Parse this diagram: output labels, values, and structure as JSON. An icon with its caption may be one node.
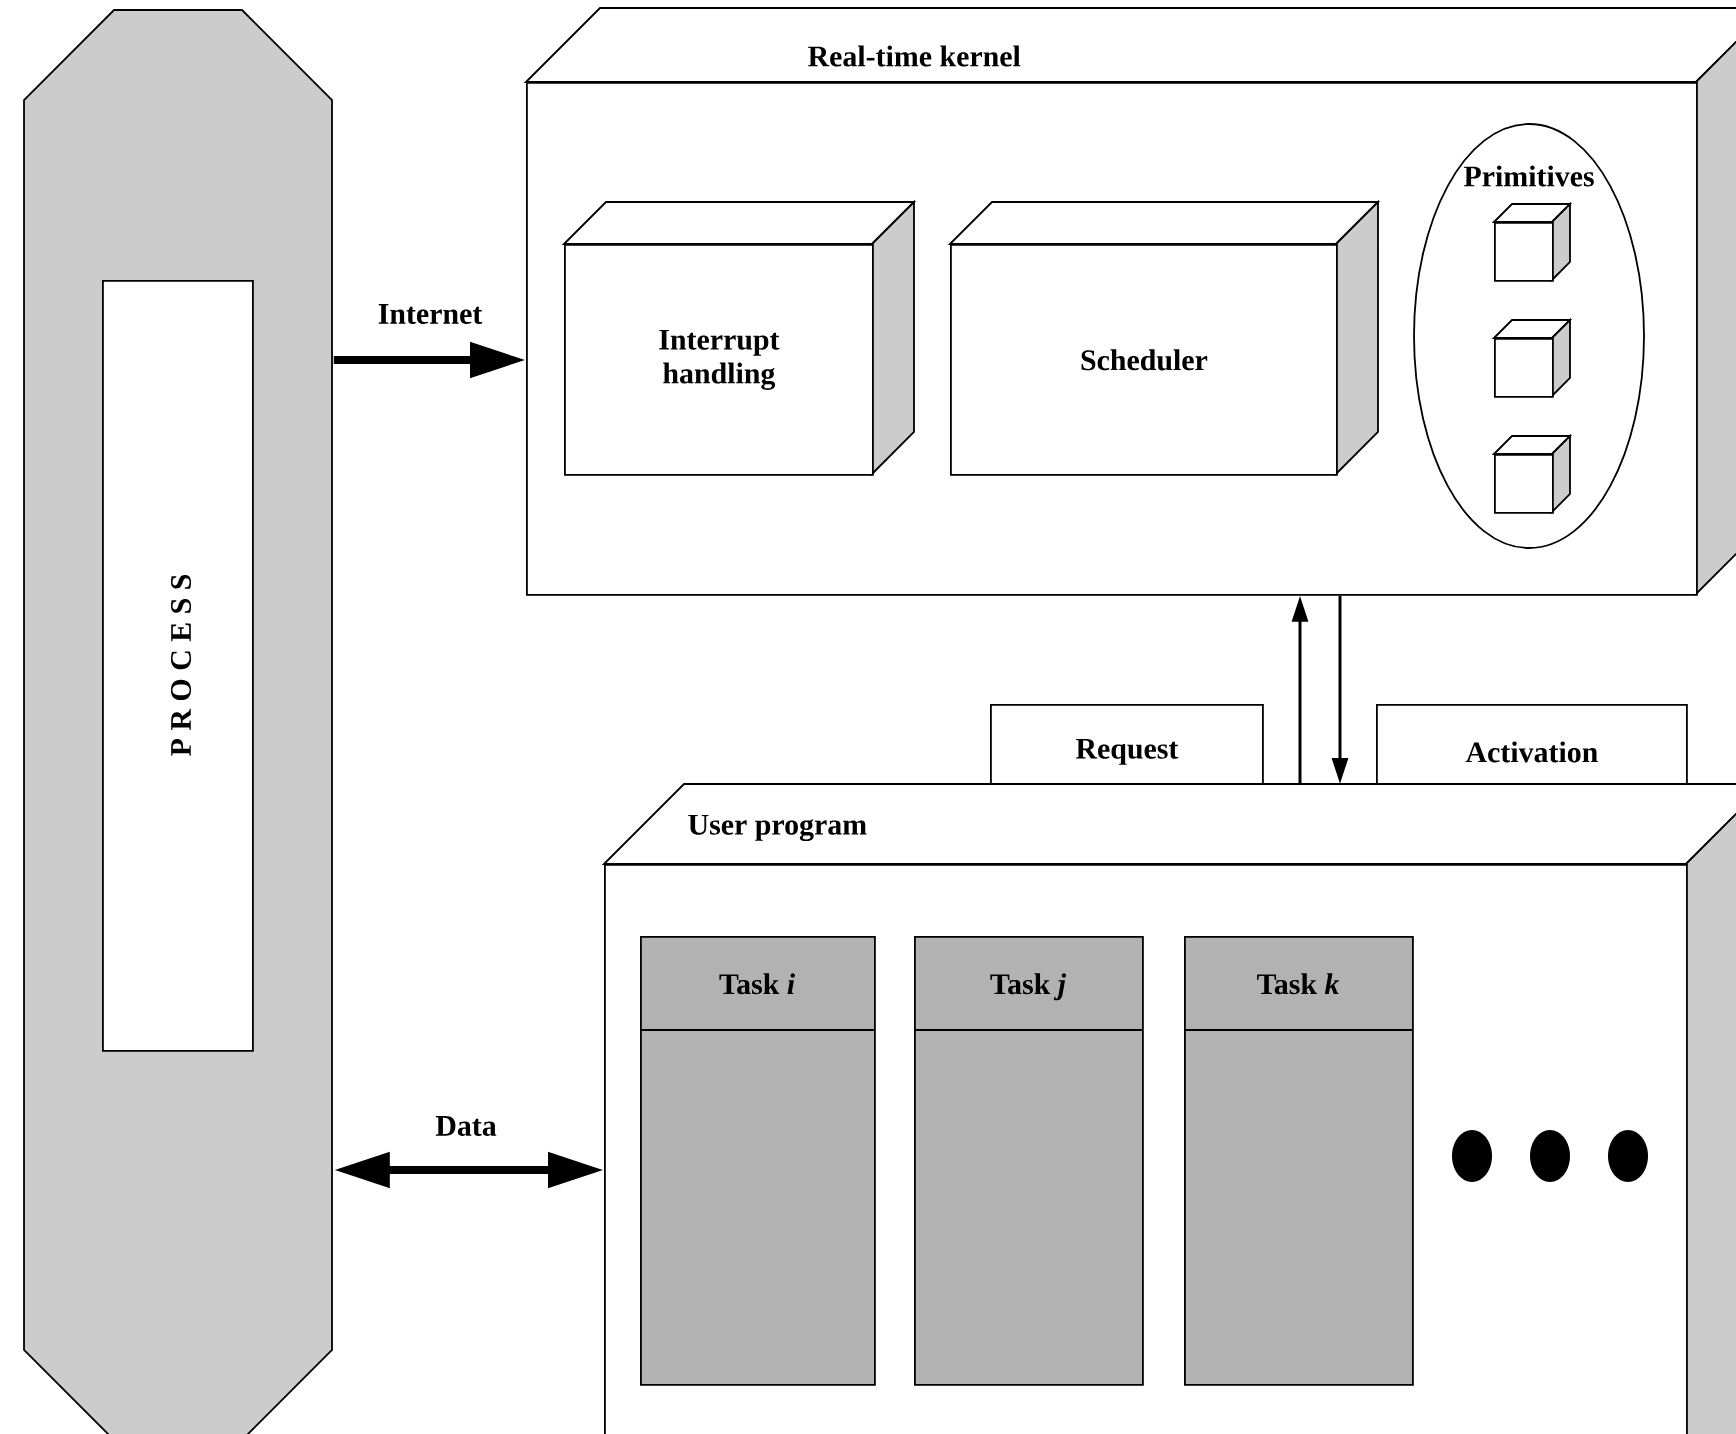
{
  "diagram": {
    "nodes": [
      {
        "text": [],
        "shape": "band"
      },
      {
        "text": [
          "P R O C E S S"
        ],
        "in": 0
      },
      {
        "text": [
          "Real-time kernel"
        ]
      },
      {
        "text": [
          "Interrupt handling"
        ],
        "in": 2
      },
      {
        "text": [
          "Scheduler"
        ],
        "in": 2
      },
      {
        "text": [
          "Primitives"
        ],
        "in": 2
      },
      {
        "text": [],
        "shape": "box",
        "in": 5
      },
      {
        "text": [],
        "shape": "box",
        "in": 5
      },
      {
        "text": [],
        "shape": "box",
        "in": 5
      },
      {
        "text": [
          "Request"
        ]
      },
      {
        "text": [
          "Activation"
        ]
      },
      {
        "text": [
          "User program"
        ]
      },
      {
        "text": [
          "Task *i*"
        ],
        "in": 11
      },
      {
        "text": [
          "Task *j*"
        ],
        "in": 11
      },
      {
        "text": [
          "Task *k*"
        ],
        "in": 11
      }
    ],
    "edges": [
      {
        "from": 0,
        "to": 2,
        "arrow": "to",
        "label": "Internet",
        "style": "thick"
      },
      {
        "from": 0,
        "to": 11,
        "arrow": "both",
        "label": "Data",
        "style": "thick"
      },
      {
        "from": 11,
        "to": 2,
        "arrow": "to"
      },
      {
        "from": 2,
        "to": 11,
        "arrow": "to"
      }
    ]
  }
}
